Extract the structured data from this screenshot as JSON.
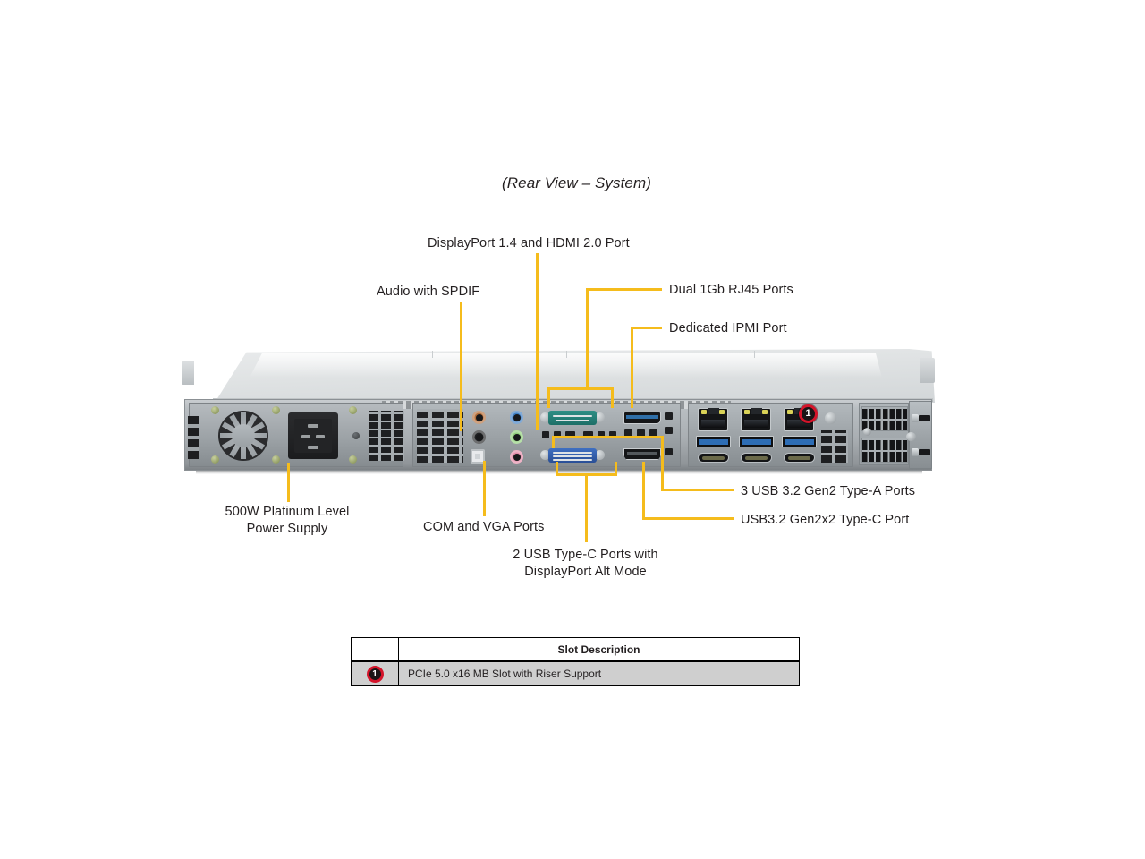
{
  "title": "(Rear View – System)",
  "accent_color": "#f5bc1c",
  "marker_color": "#d4142a",
  "callouts": [
    {
      "id": "displayport-hdmi",
      "label": "DisplayPort 1.4 and HDMI 2.0 Port"
    },
    {
      "id": "audio-spdif",
      "label": "Audio with SPDIF"
    },
    {
      "id": "rj45",
      "label": "Dual 1Gb RJ45 Ports"
    },
    {
      "id": "ipmi",
      "label": "Dedicated IPMI Port"
    },
    {
      "id": "power-supply",
      "label": "500W Platinum Level\nPower Supply"
    },
    {
      "id": "power-supply-l1",
      "label": "500W Platinum Level"
    },
    {
      "id": "power-supply-l2",
      "label": "Power Supply"
    },
    {
      "id": "com-vga",
      "label": "COM and VGA Ports"
    },
    {
      "id": "usb-typec-dp-l1",
      "label": "2 USB Type-C Ports with"
    },
    {
      "id": "usb-typec-dp-l2",
      "label": "DisplayPort Alt Mode"
    },
    {
      "id": "usb-typea",
      "label": "3 USB 3.2 Gen2 Type-A Ports"
    },
    {
      "id": "usb-typec",
      "label": "USB3.2 Gen2x2 Type-C Port"
    }
  ],
  "slot_marker": "1",
  "table": {
    "headers": [
      "",
      "Slot Description"
    ],
    "rows": [
      {
        "number": "1",
        "description": "PCIe 5.0 x16 MB Slot with Riser Support"
      }
    ]
  }
}
